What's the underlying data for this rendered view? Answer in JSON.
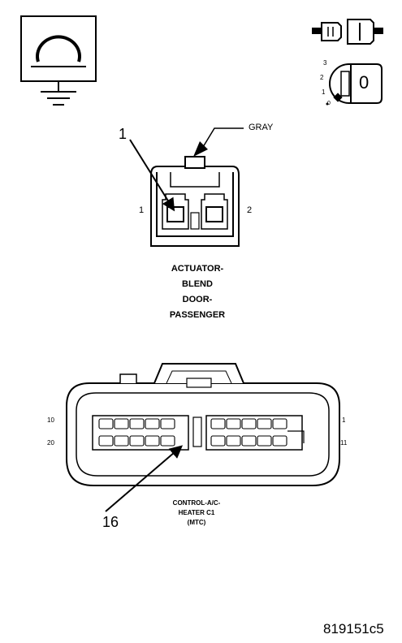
{
  "symbols": {
    "ground_icon": "ohmmeter-ground-icon",
    "connector_icon": "connector-disconnect-icon",
    "ignition_icon": "ignition-key-off-icon",
    "ignition_positions": [
      "3",
      "2",
      "1",
      "0"
    ],
    "key_label": "0"
  },
  "connector1": {
    "wire_color": "GRAY",
    "callout": "1",
    "pin_left": "1",
    "pin_right": "2",
    "caption": [
      "ACTUATOR-",
      "BLEND",
      "DOOR-",
      "PASSENGER"
    ]
  },
  "connector2": {
    "pin_top_left": "10",
    "pin_bottom_left": "20",
    "pin_top_right": "1",
    "pin_bottom_right": "11",
    "callout": "16",
    "caption": [
      "CONTROL-A/C-",
      "HEATER C1",
      "(MTC)"
    ]
  },
  "figure_id": "819151c5"
}
